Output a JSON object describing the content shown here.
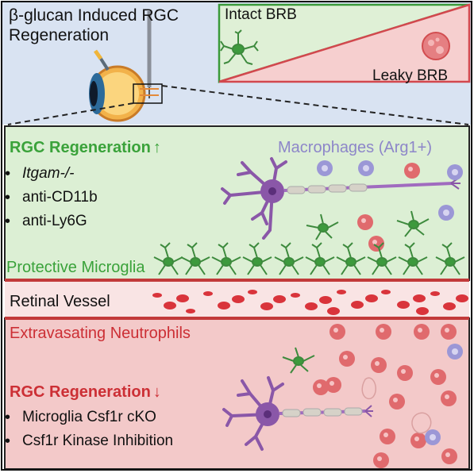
{
  "title": "β-glucan Induced RGC Regeneration",
  "brb": {
    "intact_label": "Intact BRB",
    "leaky_label": "Leaky BRB"
  },
  "upper_panel": {
    "heading": "RGC Regeneration",
    "heading_arrow": "↑",
    "items": [
      "Itgam-/-",
      "anti-CD11b",
      "anti-Ly6G"
    ],
    "macrophages_label": "Macrophages (Arg1+)",
    "microglia_label": "Protective Microglia"
  },
  "vessel_label": "Retinal Vessel",
  "lower_panel": {
    "neutrophils_label": "Extravasating Neutrophils",
    "heading": "RGC Regeneration",
    "heading_arrow": "↓",
    "items": [
      "Microglia Csf1r cKO",
      "Csf1r Kinase Inhibition"
    ]
  },
  "colors": {
    "top_bg": "#d9e3f2",
    "green_bg": "#dcefd4",
    "red_bg": "#f3c9c9",
    "vessel_bg": "#f9e4e4",
    "green_text": "#3aa23a",
    "red_text": "#cc2f35",
    "macrophage_text": "#8d86c9",
    "neuron": "#8a57a8",
    "microglia": "#3d9a3d",
    "rbc": "#d9343b",
    "macrophage": "#9b97d6",
    "neutrophil": "#e06a6d"
  }
}
